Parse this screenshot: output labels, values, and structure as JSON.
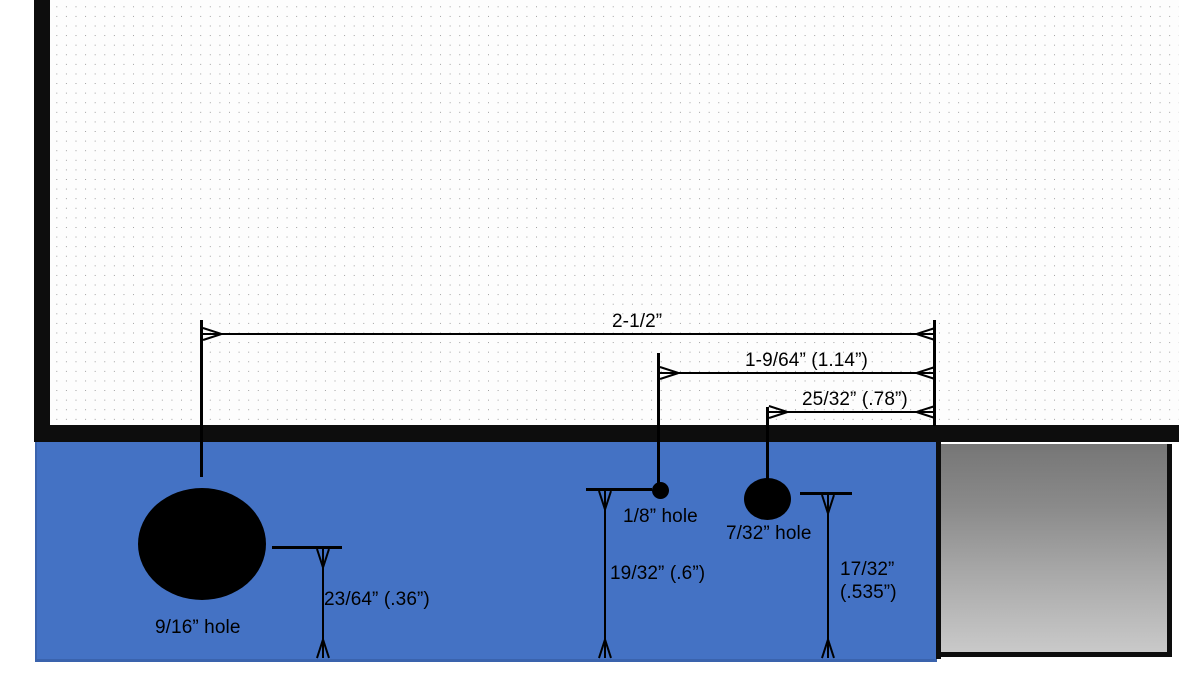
{
  "drawing": {
    "title": "bracket hole layout detail",
    "colors": {
      "workpiece_blue": "#4472c4",
      "frame_black": "#0d0d0d",
      "hole_black": "#000000",
      "grey_block_top": "#767676",
      "grey_block_bottom": "#c9c9c9",
      "paper_white": "#fdfdfd",
      "dot_grey": "#9a9a9a"
    },
    "horizontal_dimensions": [
      {
        "id": "overall-width",
        "label": "2-1/2”"
      },
      {
        "id": "mid-offset",
        "label": "1-9/64” (1.14”)"
      },
      {
        "id": "near-offset",
        "label": "25/32” (.78”)"
      }
    ],
    "vertical_dimensions": [
      {
        "id": "large-hole-drop",
        "label": "23/64” (.36”)"
      },
      {
        "id": "small-hole-drop",
        "label": "19/32” (.6”)"
      },
      {
        "id": "medium-hole-drop",
        "label_line1": "17/32”",
        "label_line2": "(.535”)"
      }
    ],
    "holes": [
      {
        "id": "large-hole",
        "label": "9/16” hole"
      },
      {
        "id": "small-hole",
        "label": "1/8” hole"
      },
      {
        "id": "medium-hole",
        "label": "7/32” hole"
      }
    ]
  }
}
